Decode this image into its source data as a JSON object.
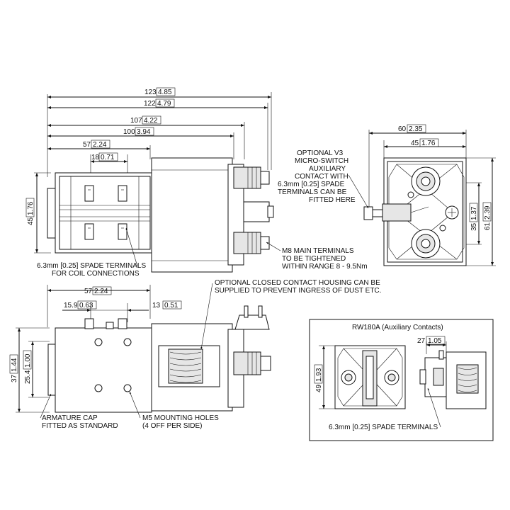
{
  "top_view": {
    "dims": {
      "d123": "123",
      "d123_in": "4.85",
      "d122": "122",
      "d122_in": "4.79",
      "d107": "107",
      "d107_in": "4.22",
      "d100": "100",
      "d100_in": "3.94",
      "d57": "57",
      "d57_in": "2.24",
      "d18": "18",
      "d18_in": "0.71",
      "d45": "45",
      "d45_in": "1.76"
    },
    "notes": {
      "coil_line1": "6.3mm [0.25] SPADE TERMINALS",
      "coil_line2": "FOR COIL CONNECTIONS",
      "main_line1": "M8 MAIN TERMINALS",
      "main_line2": "TO BE TIGHTENED",
      "main_line3": "WITHIN RANGE 8 - 9.5Nm"
    }
  },
  "end_view": {
    "dims": {
      "d60": "60",
      "d60_in": "2.35",
      "d45": "45",
      "d45_in": "1.76",
      "d35": "35",
      "d35_in": "1.37",
      "d61": "61",
      "d61_in": "2.39"
    },
    "notes": {
      "v3_line1": "OPTIONAL V3",
      "v3_line2": "MICRO-SWITCH",
      "v3_line3": "AUXILIARY",
      "v3_line4": "CONTACT WITH",
      "v3_line5": "6.3mm [0.25] SPADE",
      "v3_line6": "TERMINALS CAN BE",
      "v3_line7": "FITTED HERE"
    }
  },
  "side_view": {
    "dims": {
      "d57": "57",
      "d57_in": "2.24",
      "d15_9": "15.9",
      "d15_9_in": "0.63",
      "d13": "13",
      "d13_in": "0.51",
      "d37": "37",
      "d37_in": "1.44",
      "d25_4": "25.4",
      "d25_4_in": "1.00"
    },
    "notes": {
      "housing_line1": "OPTIONAL CLOSED CONTACT HOUSING CAN BE",
      "housing_line2": "SUPPLIED TO PREVENT INGRESS OF DUST ETC.",
      "armature_line1": "ARMATURE CAP",
      "armature_line2": "FITTED AS STANDARD",
      "m5_line1": "M5 MOUNTING HOLES",
      "m5_line2": "(4 OFF PER SIDE)"
    }
  },
  "aux_box": {
    "title": "RW180A (Auxiliary Contacts)",
    "d27": "27",
    "d27_in": "1.05",
    "d49": "49",
    "d49_in": "1.93",
    "spade_note": "6.3mm [0.25] SPADE TERMINALS"
  }
}
